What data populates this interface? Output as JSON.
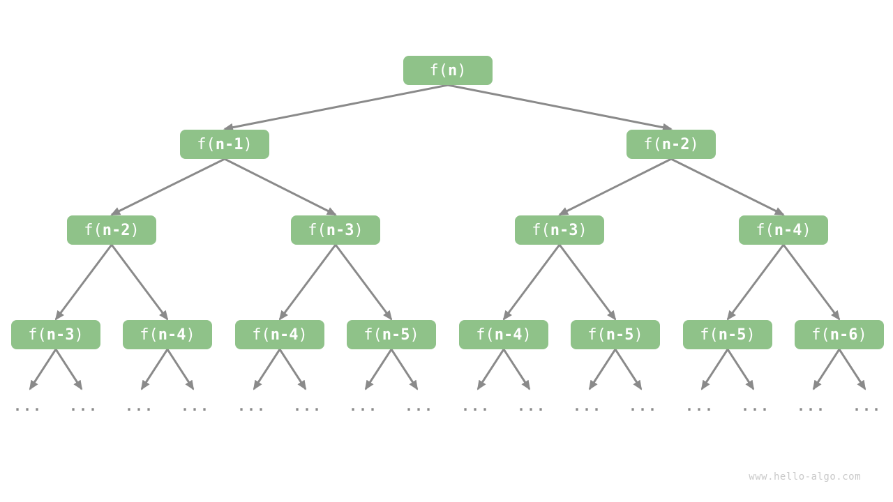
{
  "watermark": "www.hello-algo.com",
  "colors": {
    "node_fill": "#8FC289",
    "node_text": "#FFFFFF",
    "edge": "#8A8A8A",
    "ellipsis_dots": "#8A8A8A",
    "watermark": "#C9C9C9",
    "background": "#FFFFFF"
  },
  "diagram": {
    "type": "recursion-tree",
    "ellipsis_label": "...",
    "nodes": [
      {
        "id": "n0",
        "label": "f(n)",
        "parent": null,
        "level": 0
      },
      {
        "id": "n1",
        "label": "f(n-1)",
        "parent": "n0",
        "level": 1
      },
      {
        "id": "n2",
        "label": "f(n-2)",
        "parent": "n0",
        "level": 1
      },
      {
        "id": "n3",
        "label": "f(n-2)",
        "parent": "n1",
        "level": 2
      },
      {
        "id": "n4",
        "label": "f(n-3)",
        "parent": "n1",
        "level": 2
      },
      {
        "id": "n5",
        "label": "f(n-3)",
        "parent": "n2",
        "level": 2
      },
      {
        "id": "n6",
        "label": "f(n-4)",
        "parent": "n2",
        "level": 2
      },
      {
        "id": "n7",
        "label": "f(n-3)",
        "parent": "n3",
        "level": 3
      },
      {
        "id": "n8",
        "label": "f(n-4)",
        "parent": "n3",
        "level": 3
      },
      {
        "id": "n9",
        "label": "f(n-4)",
        "parent": "n4",
        "level": 3
      },
      {
        "id": "n10",
        "label": "f(n-5)",
        "parent": "n4",
        "level": 3
      },
      {
        "id": "n11",
        "label": "f(n-4)",
        "parent": "n5",
        "level": 3
      },
      {
        "id": "n12",
        "label": "f(n-5)",
        "parent": "n5",
        "level": 3
      },
      {
        "id": "n13",
        "label": "f(n-5)",
        "parent": "n6",
        "level": 3
      },
      {
        "id": "n14",
        "label": "f(n-6)",
        "parent": "n6",
        "level": 3
      }
    ]
  }
}
